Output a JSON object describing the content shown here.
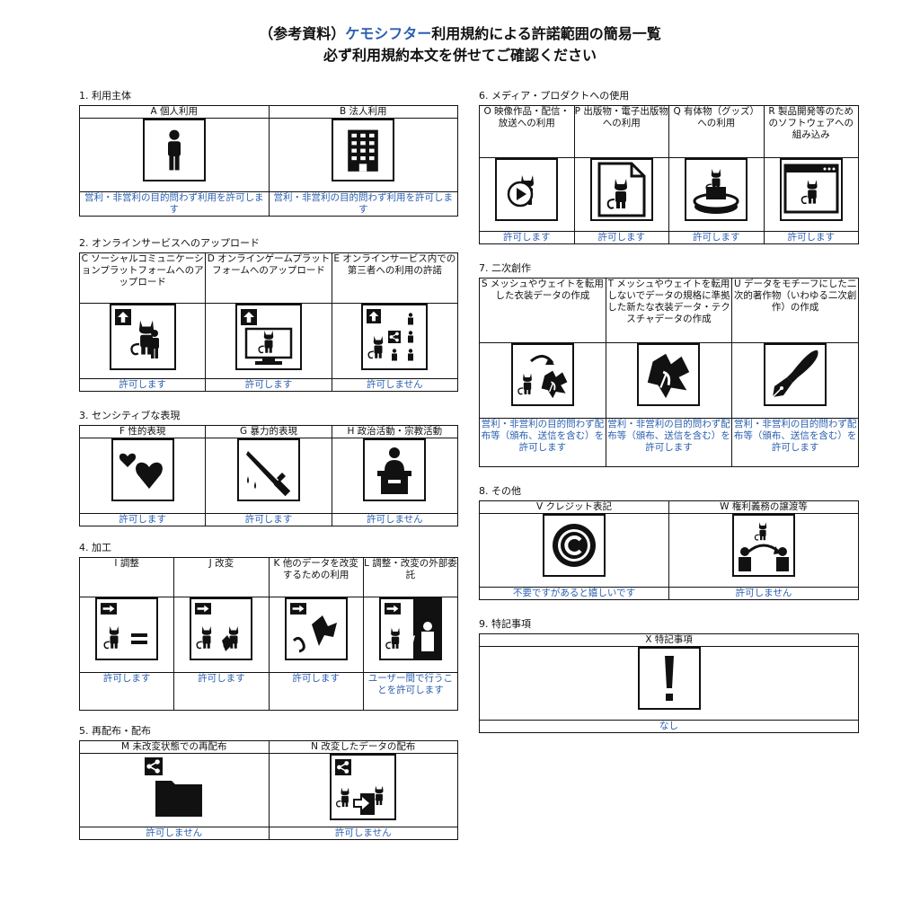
{
  "header": {
    "line1_prefix": "（参考資料）",
    "line1_brand": "ケモシフター",
    "line1_suffix": "利用規約による許諾範囲の簡易一覧",
    "line2": "必ず利用規約本文を併せてご確認ください"
  },
  "sections": {
    "s1": {
      "title": "1. 利用主体",
      "items": [
        {
          "label": "A 個人利用",
          "icon": "person-icon",
          "result": "営利・非営利の目的問わず利用を許可します"
        },
        {
          "label": "B 法人利用",
          "icon": "office-building-icon",
          "result": "営利・非営利の目的問わず利用を許可します"
        }
      ]
    },
    "s2": {
      "title": "2. オンラインサービスへのアップロード",
      "items": [
        {
          "label": "C ソーシャルコミュニケーションプラットフォームへのアップロード",
          "icon": "upload-sns-icon",
          "result": "許可します"
        },
        {
          "label": "D オンラインゲームプラットフォームへのアップロード",
          "icon": "upload-game-icon",
          "result": "許可します"
        },
        {
          "label": "E オンラインサービス内での第三者への利用の許諾",
          "icon": "upload-share-icon",
          "result": "許可しません"
        }
      ]
    },
    "s3": {
      "title": "3. センシティブな表現",
      "items": [
        {
          "label": "F 性的表現",
          "icon": "hearts-icon",
          "result": "許可します"
        },
        {
          "label": "G 暴力的表現",
          "icon": "knife-icon",
          "result": "許可します"
        },
        {
          "label": "H 政治活動・宗教活動",
          "icon": "podium-icon",
          "result": "許可しません"
        }
      ]
    },
    "s4": {
      "title": "4. 加工",
      "items": [
        {
          "label": "I 調整",
          "icon": "adjust-icon",
          "result": "許可します"
        },
        {
          "label": "J 改変",
          "icon": "modify-icon",
          "result": "許可します"
        },
        {
          "label": "K 他のデータを改変するための利用",
          "icon": "modify-other-icon",
          "result": "許可します"
        },
        {
          "label": "L 調整・改変の外部委託",
          "icon": "outsource-icon",
          "result": "ユーザー間で行うことを許可します"
        }
      ]
    },
    "s5": {
      "title": "5. 再配布・配布",
      "items": [
        {
          "label": "M 未改変状態での再配布",
          "icon": "redistribute-icon",
          "result": "許可しません"
        },
        {
          "label": "N 改変したデータの配布",
          "icon": "distribute-modified-icon",
          "result": "許可しません"
        }
      ]
    },
    "s6": {
      "title": "6. メディア・プロダクトへの使用",
      "items": [
        {
          "label": "O 映像作品・配信・放送への利用",
          "icon": "video-icon",
          "result": "許可します"
        },
        {
          "label": "P 出版物・電子出版物への利用",
          "icon": "publication-icon",
          "result": "許可します"
        },
        {
          "label": "Q 有体物（グッズ）への利用",
          "icon": "figure-goods-icon",
          "result": "許可します"
        },
        {
          "label": "R 製品開発等のためのソフトウェアへの組み込み",
          "icon": "software-icon",
          "result": "許可します"
        }
      ]
    },
    "s7": {
      "title": "7. 二次創作",
      "items": [
        {
          "label": "S メッシュやウェイトを転用した衣装データの作成",
          "icon": "costume-convert-icon",
          "result": "営利・非営利の目的問わず配布等（頒布、送信を含む）を許可します"
        },
        {
          "label": "T メッシュやウェイトを転用しないでデータの規格に準拠した新たな衣装データ・テクスチャデータの作成",
          "icon": "costume-new-icon",
          "result": "営利・非営利の目的問わず配布等（頒布、送信を含む）を許可します"
        },
        {
          "label": "U データをモチーフにした二次的著作物（いわゆる二次創作）の作成",
          "icon": "fountain-pen-icon",
          "result": "営利・非営利の目的問わず配布等（頒布、送信を含む）を許可します"
        }
      ]
    },
    "s8": {
      "title": "8. その他",
      "items": [
        {
          "label": "V クレジット表記",
          "icon": "copyright-icon",
          "result": "不要ですがあると嬉しいです"
        },
        {
          "label": "W 権利義務の譲渡等",
          "icon": "transfer-icon",
          "result": "許可しません"
        }
      ]
    },
    "s9": {
      "title": "9. 特記事項",
      "items": [
        {
          "label": "X 特記事項",
          "icon": "exclamation-icon",
          "result": "なし"
        }
      ]
    }
  },
  "colors": {
    "accent": "#2a5fb0",
    "line": "#111111"
  }
}
